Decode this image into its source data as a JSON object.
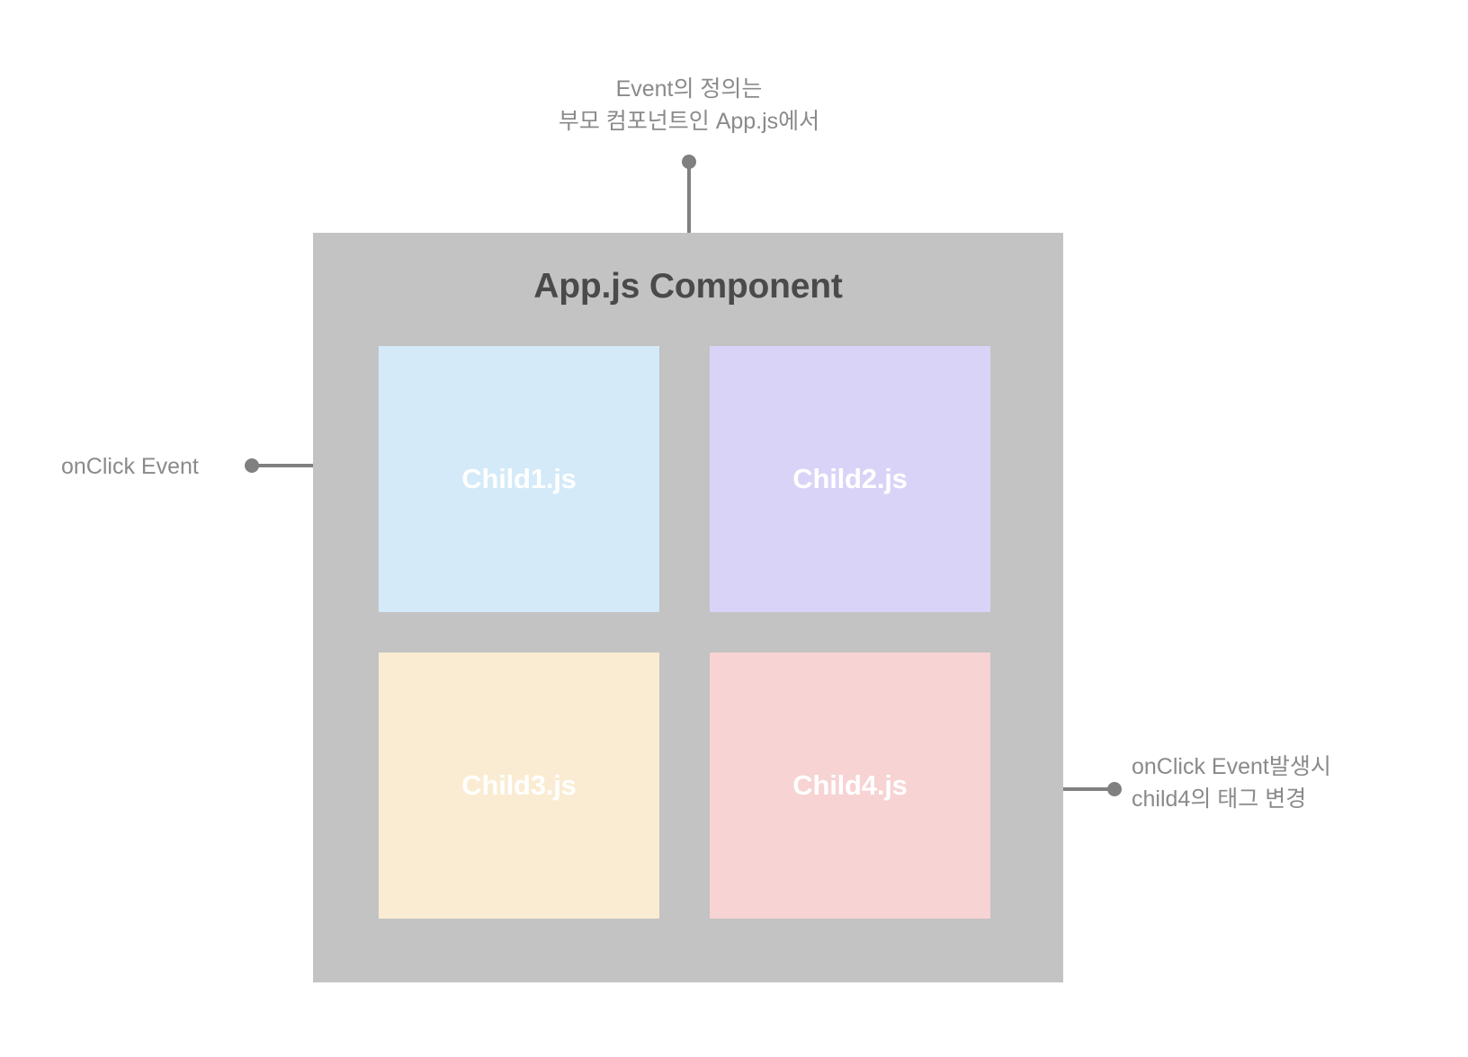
{
  "diagram": {
    "container": {
      "title": "App.js Component",
      "bg_color": "#c3c3c3",
      "title_color": "#4a4a4a"
    },
    "children": [
      {
        "label": "Child1.js",
        "color": "#d4eaf8",
        "text_color": "#ffffff"
      },
      {
        "label": "Child2.js",
        "color": "#d9d4f7",
        "text_color": "#ffffff"
      },
      {
        "label": "Child3.js",
        "color": "#faecd2",
        "text_color": "#ffffff"
      },
      {
        "label": "Child4.js",
        "color": "#f7d3d3",
        "text_color": "#ffffff"
      }
    ],
    "annotations": [
      {
        "id": "top",
        "text": "Event의 정의는\n부모 컴포넌트인 App.js에서",
        "color": "#8a8a8a",
        "target": "App.js Component"
      },
      {
        "id": "left",
        "text": "onClick Event",
        "color": "#8a8a8a",
        "target": "Child1.js"
      },
      {
        "id": "right",
        "text": "onClick Event발생시\nchild4의 태그 변경",
        "color": "#8a8a8a",
        "target": "Child4.js"
      }
    ],
    "connector_color": "#808080",
    "background": "#ffffff"
  }
}
